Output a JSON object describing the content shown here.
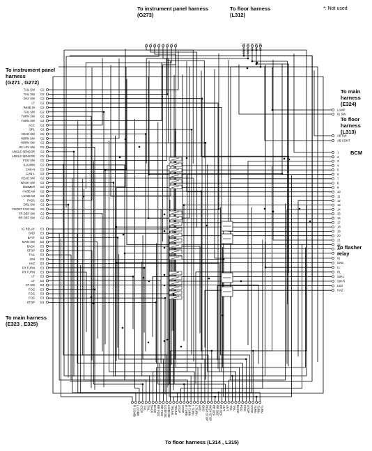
{
  "note": "*: Not used",
  "headers": {
    "top_left": [
      "To instrument panel harness",
      "(G273)"
    ],
    "top_right": [
      "To floor harness",
      "(L312)"
    ],
    "left_top": [
      "To instrument panel",
      "harness",
      "(G271 , G272)"
    ],
    "right_main": [
      "To main",
      "harness",
      "(E324)"
    ],
    "right_floor": [
      "To floor",
      "harness",
      "(L313)"
    ],
    "bcm": "BCM",
    "flasher": [
      "To flasher",
      "relay"
    ],
    "left_bottom": [
      "To main harness",
      "(E323 , E325)"
    ],
    "bottom": "To floor harness (L314 , L315)"
  },
  "connectors": {
    "g271": {
      "labels": [
        "TAIL SW",
        "TAIL SW",
        "DAY SW",
        "LT",
        "INHIB IN",
        "TAIL SW",
        "TURN SW",
        "TURN SW",
        "ACC",
        "SPL",
        "HEAD SW",
        "HORN SW",
        "HORN SW",
        "HC LEV SW",
        "ANGLE SENSOR",
        "ANGLE SENSOR",
        "FOG SW",
        "ILLUMIN",
        "CAN-H",
        "CAN-L",
        "HEAD SW",
        "WASH SW",
        "DIMMER",
        "HI-BEAM",
        "LO-BEAM",
        "PASS",
        "DRL SW",
        "FRONT FOG SW",
        "FR DEF SW",
        "RR DEF SW"
      ]
    },
    "e323": {
      "labels": [
        "IG RELAY",
        "GND",
        "BATT",
        "MAIN SW",
        "BACK",
        "STOP",
        "TAIL",
        "IGN",
        "HAZ",
        "FR TURN",
        "FR TURN",
        "LT",
        "LT",
        "ST SW",
        "FOG",
        "FOG",
        "FOG",
        "STOP"
      ]
    },
    "e324": {
      "labels": [
        "LAMP",
        "IG SW"
      ]
    },
    "l313": {
      "labels": [
        "AB SW",
        "AB CONT"
      ]
    },
    "bcm": {
      "labels": [
        "1",
        "2",
        "3",
        "4",
        "5",
        "6",
        "7",
        "8",
        "9",
        "10",
        "11",
        "12",
        "13",
        "14",
        "15",
        "16",
        "17",
        "18",
        "19",
        "20",
        "21",
        "22",
        "23",
        "24"
      ]
    },
    "flasher": {
      "labels": [
        "IG",
        "GND",
        "LL",
        "RL",
        "SW-L",
        "SW-R",
        "LED",
        "HAZ"
      ]
    },
    "g273": {
      "labels": [
        "ILL",
        "ILL",
        "ILL",
        "ILL",
        "ILL",
        "ILL",
        "ILL",
        "ILL"
      ]
    },
    "l312": {
      "labels": [
        "RR FOG",
        "RR FOG",
        "BACK",
        "BACK",
        "STOP"
      ]
    },
    "l314": {
      "labels": [
        "R COMB",
        "L COMB",
        "STOP",
        "TAIL",
        "TAIL",
        "BACK",
        "BACK",
        "RR FOG",
        "RR FOG",
        "LICENSE",
        "LICENSE",
        "TRUNK",
        "TRUNK",
        "STOP",
        "STOP",
        "R TURN",
        "R TURN",
        "L TURN",
        "L TURN",
        "GND",
        "GND",
        "HIGH STOP",
        "HIGH STOP",
        "RR DEF",
        "RR DEF",
        "RR DEF",
        "ANT",
        "ANT",
        "TAIL",
        "TAIL",
        "BACK",
        "FOG",
        "FOG",
        "STOP",
        "STOP",
        "TURN",
        "TURN",
        "TURN"
      ]
    }
  }
}
